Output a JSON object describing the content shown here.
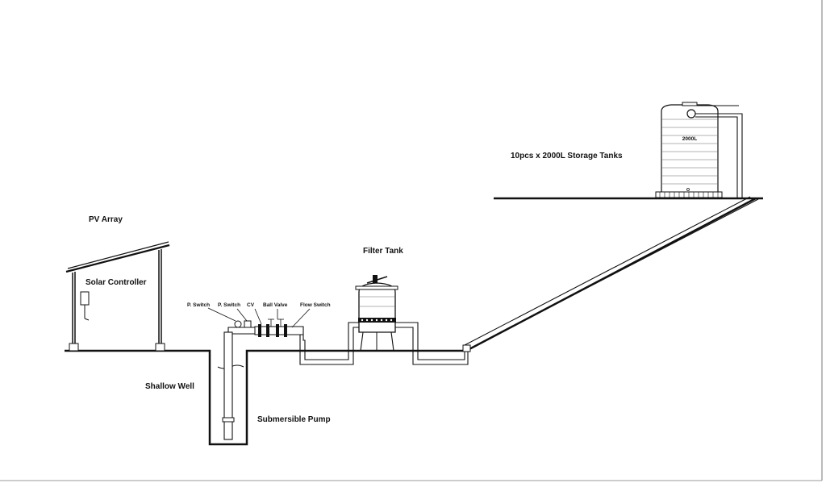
{
  "labels": {
    "pv_array": "PV Array",
    "solar_controller": "Solar Controller",
    "shallow_well": "Shallow Well",
    "submersible_pump": "Submersible Pump",
    "filter_tank": "Filter Tank",
    "storage_tanks": "10pcs x 2000L Storage Tanks",
    "tank_capacity": "2000L",
    "p_switch_1": "P. Switch",
    "p_switch_2": "P. Switch",
    "cv": "CV",
    "ball_valve": "Ball Valve",
    "flow_switch": "Flow Switch"
  },
  "colors": {
    "line": "#111111",
    "background": "#ffffff"
  }
}
